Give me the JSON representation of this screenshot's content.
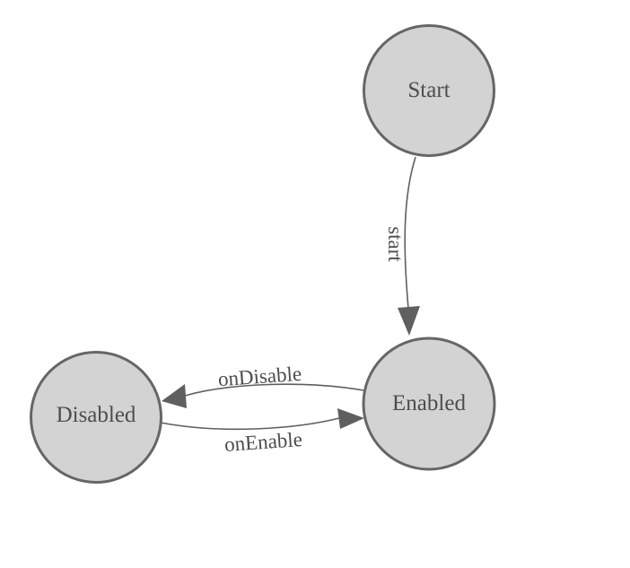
{
  "diagram": {
    "kind": "state-machine",
    "nodes": [
      {
        "id": "start",
        "label": "Start"
      },
      {
        "id": "enabled",
        "label": "Enabled"
      },
      {
        "id": "disabled",
        "label": "Disabled"
      }
    ],
    "edges": [
      {
        "from": "start",
        "to": "enabled",
        "label": "start"
      },
      {
        "from": "enabled",
        "to": "disabled",
        "label": "onDisable"
      },
      {
        "from": "disabled",
        "to": "enabled",
        "label": "onEnable"
      }
    ],
    "colors": {
      "background": "#ffffff",
      "node_fill": "#d3d3d3",
      "node_stroke": "#666666",
      "edge_line": "#5f5f5f",
      "arrowhead": "#5f5f5f",
      "label_text": "#4d4d4d"
    }
  }
}
